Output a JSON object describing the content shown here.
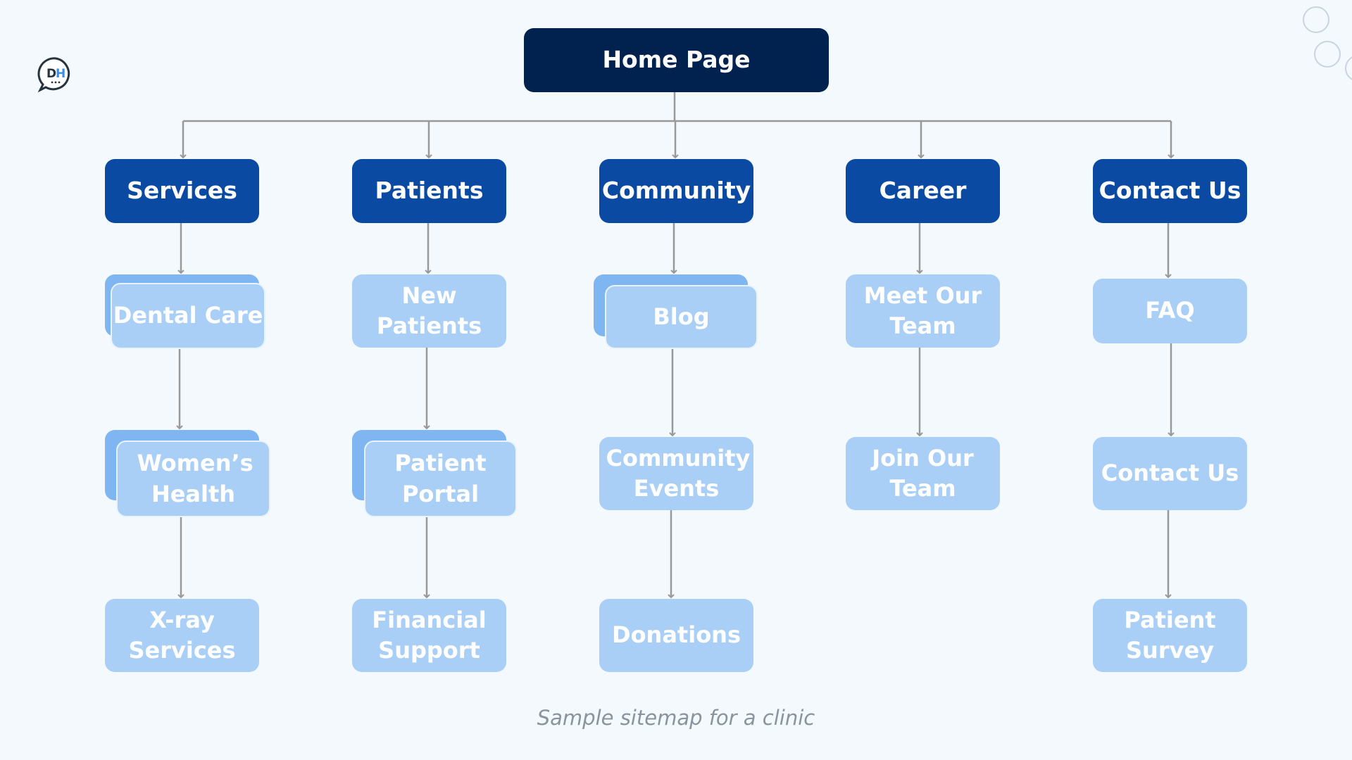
{
  "root": {
    "label": "Home Page"
  },
  "colors": {
    "root": "#01214f",
    "section": "#0a4aa3",
    "child": "#a9cff7",
    "child_stack": "#7fb5f0",
    "connector": "#999999",
    "background": "#f3f9fd",
    "caption": "#8a949e"
  },
  "logo": {
    "text_d": "D",
    "text_h": "H",
    "icon": "chat-bubble-logo-icon"
  },
  "sections": [
    {
      "label": "Services",
      "children": [
        "Dental Care",
        "Women’s Health",
        "X-ray Services"
      ]
    },
    {
      "label": "Patients",
      "children": [
        "New Patients",
        "Patient Portal",
        "Financial Support"
      ]
    },
    {
      "label": "Community",
      "children": [
        "Blog",
        "Community Events",
        "Donations"
      ]
    },
    {
      "label": "Career",
      "children": [
        "Meet Our Team",
        "Join Our Team"
      ]
    },
    {
      "label": "Contact Us",
      "children": [
        "FAQ",
        "Contact Us",
        "Patient Survey"
      ]
    }
  ],
  "caption": "Sample sitemap for a clinic"
}
